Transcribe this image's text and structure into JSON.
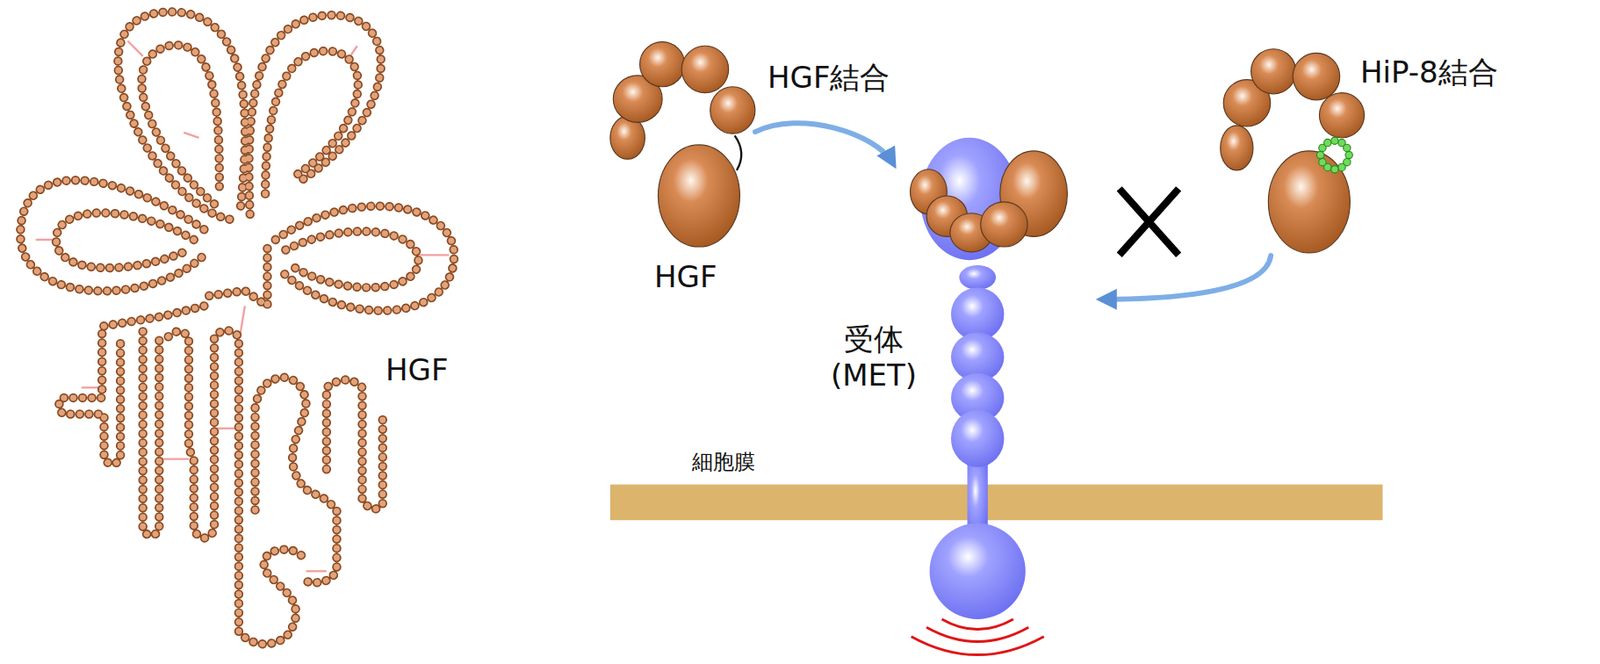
{
  "diagram": {
    "nodes": [
      {
        "text": [
          "HGF"
        ]
      },
      {
        "text": [
          "受体 (MET)"
        ]
      },
      {
        "text": [
          "HiP-8結合"
        ]
      }
    ],
    "edges": [
      {
        "from": 0,
        "to": 1,
        "arrow": "to"
      },
      {
        "from": 2,
        "to": 1,
        "arrow": "to"
      }
    ],
    "labels": [
      "HGF",
      "HGF結合",
      "細胞膜"
    ]
  }
}
